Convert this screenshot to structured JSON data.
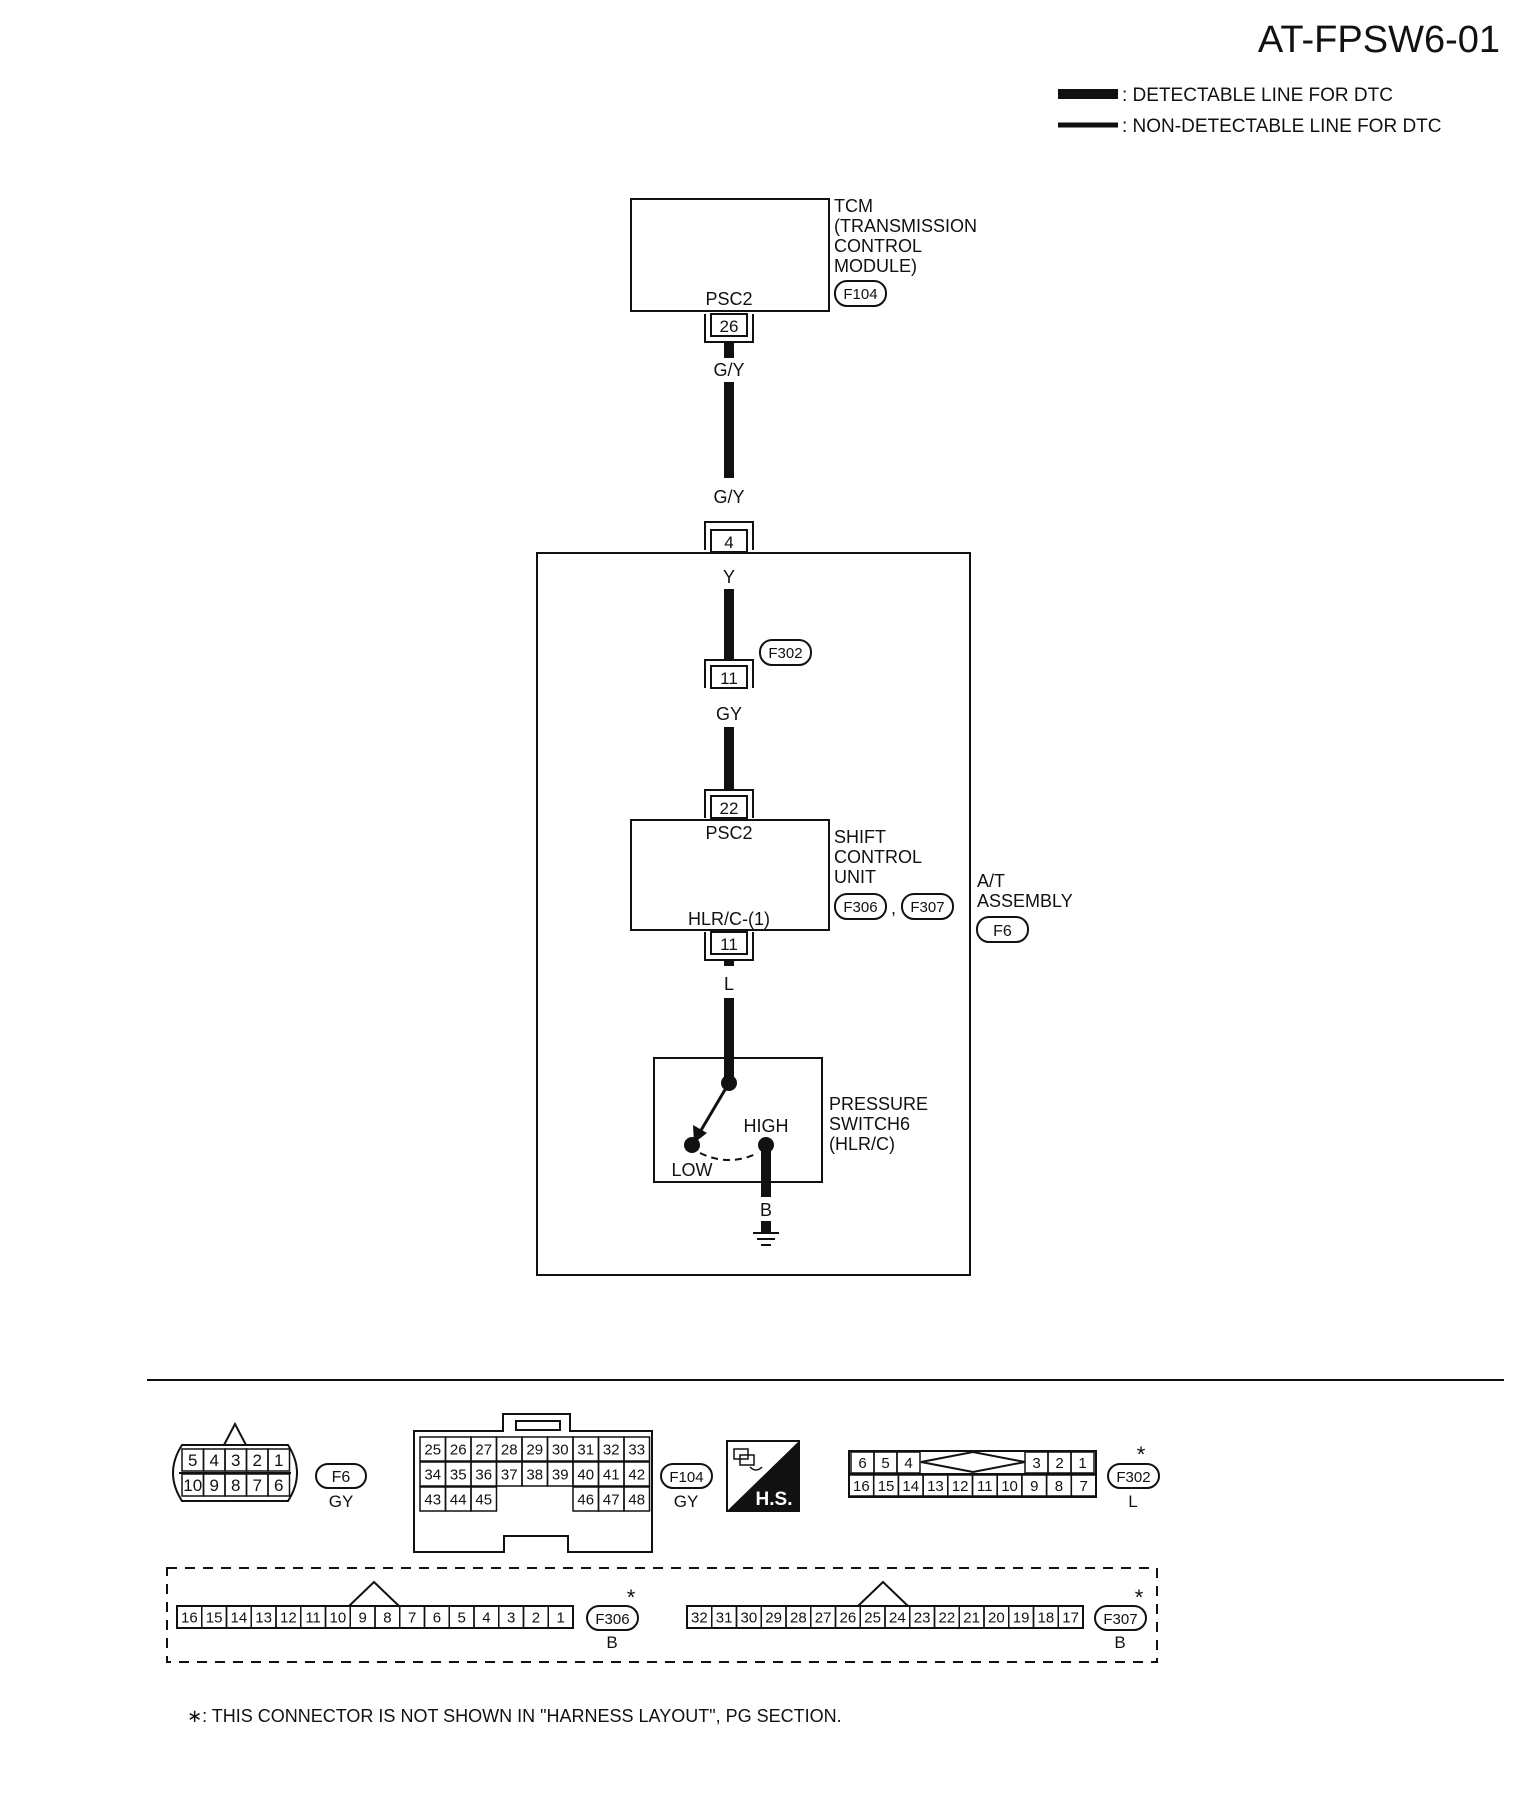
{
  "header": {
    "code": "AT-FPSW6-01",
    "legend": {
      "detectable": ": DETECTABLE LINE FOR DTC",
      "non_detectable": ": NON-DETECTABLE LINE FOR DTC"
    }
  },
  "tcm": {
    "name_lines": [
      "TCM",
      "(TRANSMISSION",
      " CONTROL",
      " MODULE)"
    ],
    "connector": "F104",
    "terminal_label": "PSC2",
    "terminal": "26"
  },
  "wires": {
    "tcm_out": "G/Y",
    "at_in": "G/Y",
    "after_4": "Y",
    "after_11": "GY",
    "scu_out": "L",
    "ground": "B"
  },
  "at_assembly": {
    "name_lines": [
      "A/T",
      "ASSEMBLY"
    ],
    "connector": "F6",
    "entry_terminal": "4"
  },
  "f302": {
    "connector": "F302",
    "terminal": "11"
  },
  "shift_control_unit": {
    "name_lines": [
      "SHIFT",
      "CONTROL",
      "UNIT"
    ],
    "connector_a": "F306",
    "separator": ",",
    "connector_b": "F307",
    "top_terminal": "22",
    "top_label": "PSC2",
    "bottom_label": "HLR/C-(1)",
    "bottom_terminal": "11"
  },
  "pressure_switch": {
    "name_lines": [
      "PRESSURE",
      "SWITCH6",
      "(HLR/C)"
    ],
    "high_label": "HIGH",
    "low_label": "LOW"
  },
  "connectors": {
    "f6": {
      "name": "F6",
      "color": "GY",
      "row1": [
        "5",
        "4",
        "3",
        "2",
        "1"
      ],
      "row2": [
        "10",
        "9",
        "8",
        "7",
        "6"
      ]
    },
    "f104": {
      "name": "F104",
      "color": "GY",
      "row1": [
        "25",
        "26",
        "27",
        "28",
        "29",
        "30",
        "31",
        "32",
        "33"
      ],
      "row2": [
        "34",
        "35",
        "36",
        "37",
        "38",
        "39",
        "40",
        "41",
        "42"
      ],
      "row3_left": [
        "43",
        "44",
        "45"
      ],
      "row3_right": [
        "46",
        "47",
        "48"
      ]
    },
    "hs_badge": "H.S.",
    "f302": {
      "name": "F302",
      "color": "L",
      "star": "*",
      "row1_left": [
        "6",
        "5",
        "4"
      ],
      "row1_right": [
        "3",
        "2",
        "1"
      ],
      "row2": [
        "16",
        "15",
        "14",
        "13",
        "12",
        "11",
        "10",
        "9",
        "8",
        "7"
      ]
    },
    "f306": {
      "name": "F306",
      "color": "B",
      "star": "*",
      "row": [
        "16",
        "15",
        "14",
        "13",
        "12",
        "11",
        "10",
        "9",
        "8",
        "7",
        "6",
        "5",
        "4",
        "3",
        "2",
        "1"
      ]
    },
    "f307": {
      "name": "F307",
      "color": "B",
      "star": "*",
      "row": [
        "32",
        "31",
        "30",
        "29",
        "28",
        "27",
        "26",
        "25",
        "24",
        "23",
        "22",
        "21",
        "20",
        "19",
        "18",
        "17"
      ]
    }
  },
  "footnote": "∗: THIS CONNECTOR IS NOT SHOWN IN \"HARNESS LAYOUT\", PG SECTION."
}
